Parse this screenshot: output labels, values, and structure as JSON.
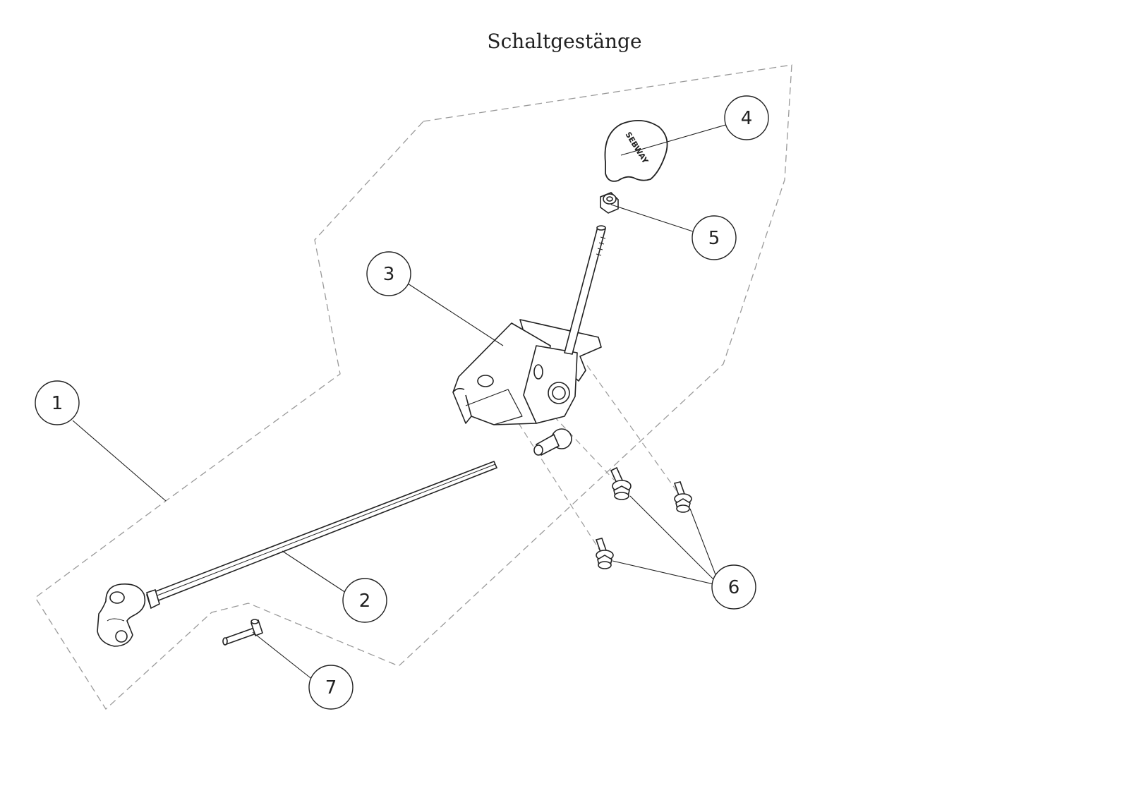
{
  "title": "Schaltgestänge",
  "callouts": [
    {
      "id": "1",
      "label": "1"
    },
    {
      "id": "2",
      "label": "2"
    },
    {
      "id": "3",
      "label": "3"
    },
    {
      "id": "4",
      "label": "4"
    },
    {
      "id": "5",
      "label": "5"
    },
    {
      "id": "6",
      "label": "6"
    },
    {
      "id": "7",
      "label": "7"
    }
  ],
  "knob_logo_text": "SEBWAY",
  "colors": {
    "line": "#222222",
    "dashed": "#9a9a9a",
    "background": "#ffffff"
  }
}
